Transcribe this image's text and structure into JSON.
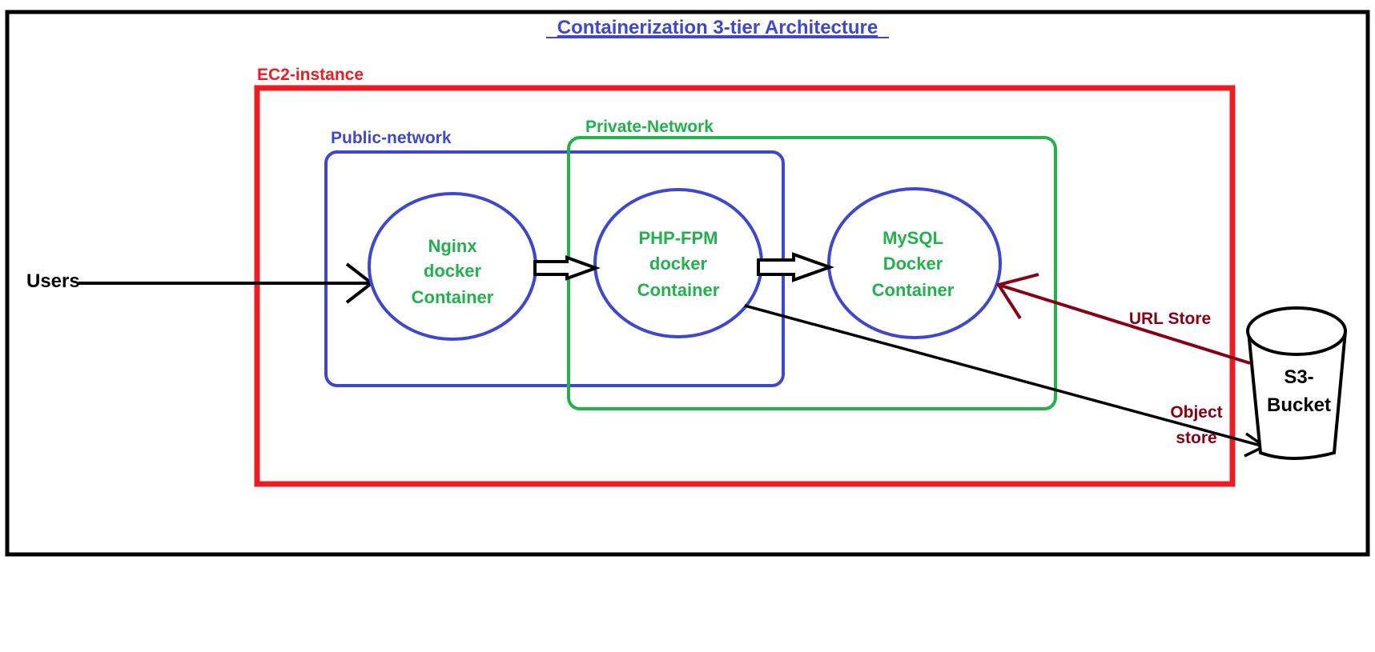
{
  "title": "Containerization 3-tier Architecture",
  "ec2_label": "EC2-instance",
  "public_network_label": "Public-network",
  "private_network_label": "Private-Network",
  "users_label": "Users",
  "nodes": {
    "nginx": [
      "Nginx",
      "docker",
      "Container"
    ],
    "php": [
      "PHP-FPM",
      "docker",
      "Container"
    ],
    "mysql": [
      "MySQL",
      "Docker",
      "Container"
    ]
  },
  "s3_label": [
    "S3-",
    "Bucket"
  ],
  "edge_labels": {
    "url_store": "URL Store",
    "object_store": [
      "Object",
      "store"
    ]
  },
  "colors": {
    "title": "#3f48cc",
    "ec2": "#ed1c24",
    "public_network": "#3f48cc",
    "private_network": "#22b14c",
    "container_text": "#22b14c",
    "container_outline": "#3f48cc",
    "s3_link": "#880015",
    "outline": "#000000"
  }
}
